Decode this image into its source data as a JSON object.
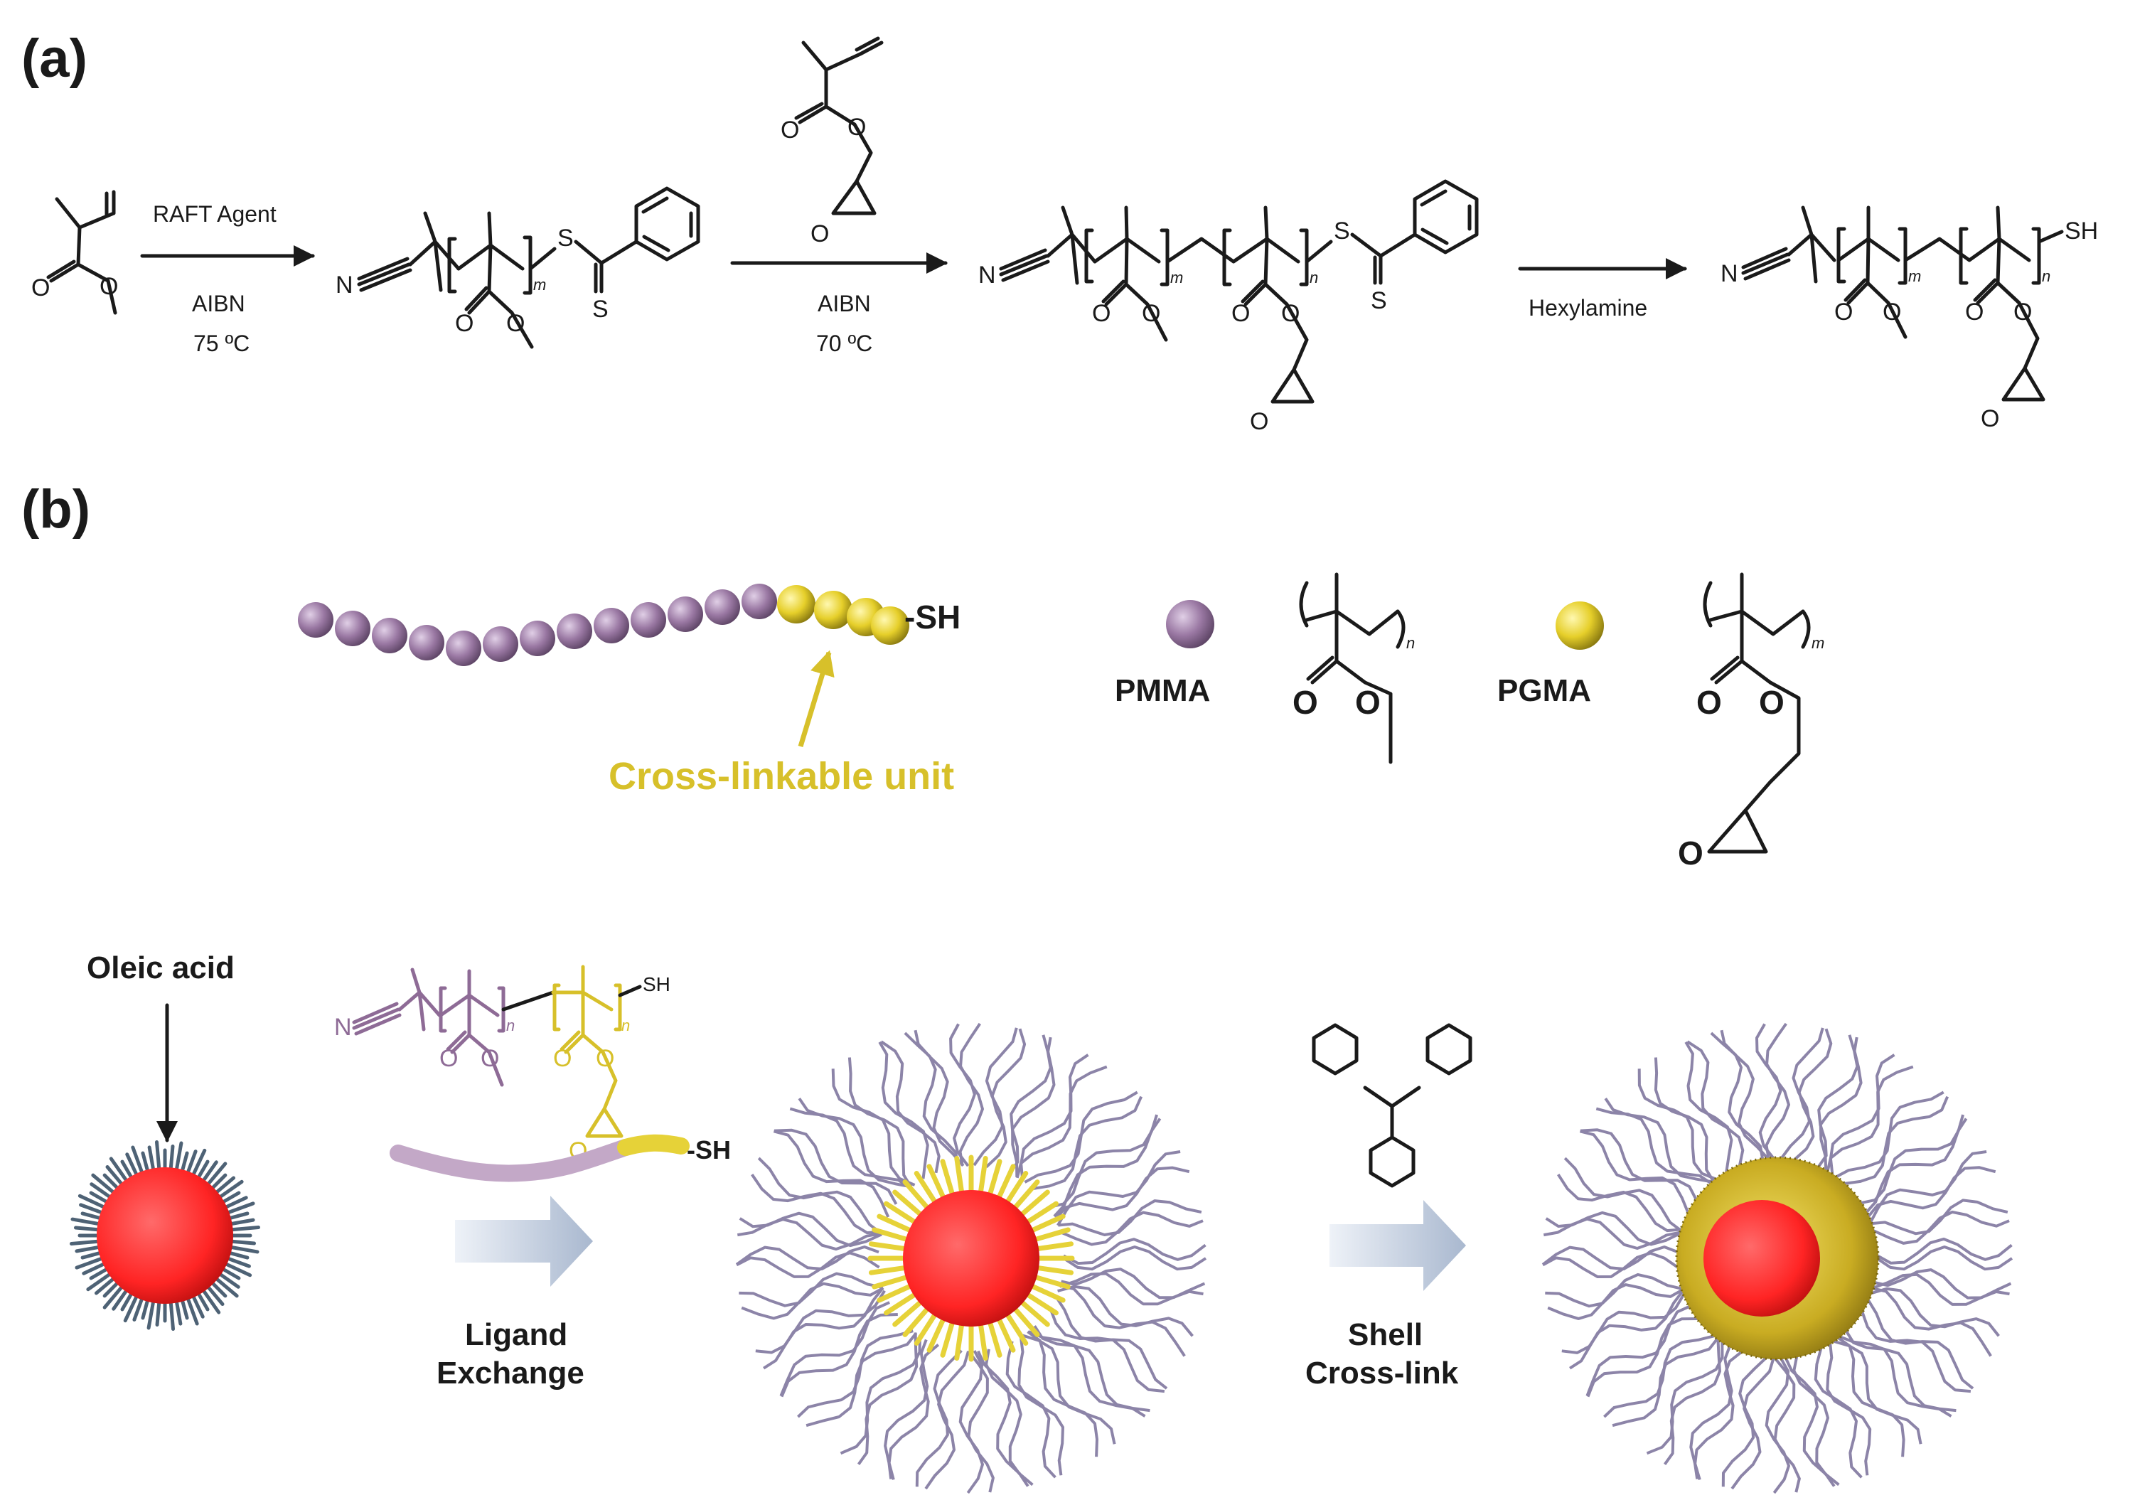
{
  "panels": {
    "a": "(a)",
    "b": "(b)"
  },
  "scheme_a": {
    "step1": {
      "reagent": "RAFT Agent",
      "initiator": "AIBN",
      "temperature": "75 ºC"
    },
    "step2": {
      "initiator": "AIBN",
      "temperature": "70 ºC"
    },
    "step3": {
      "reagent": "Hexylamine"
    }
  },
  "atoms": {
    "N": "N",
    "O": "O",
    "S": "S",
    "SH": "SH",
    "SH_dash": "-SH"
  },
  "subscripts": {
    "m": "m",
    "n": "n"
  },
  "scheme_b": {
    "chain_end": "-SH",
    "annotation": "Cross-linkable unit",
    "legend": {
      "pmma": "PMMA",
      "pgma": "PGMA"
    },
    "oleic_acid": "Oleic acid",
    "ligand_exchange": [
      "Ligand",
      "Exchange"
    ],
    "shell_crosslink": [
      "Shell",
      "Cross-link"
    ]
  },
  "colors": {
    "pmma": "#8e6b96",
    "pgma": "#d7c02a",
    "core": "#ff2b2b",
    "arrow_fill": "#c3cfe0",
    "ligand_line": "#8c84a8",
    "text": "#1a1a1a"
  }
}
